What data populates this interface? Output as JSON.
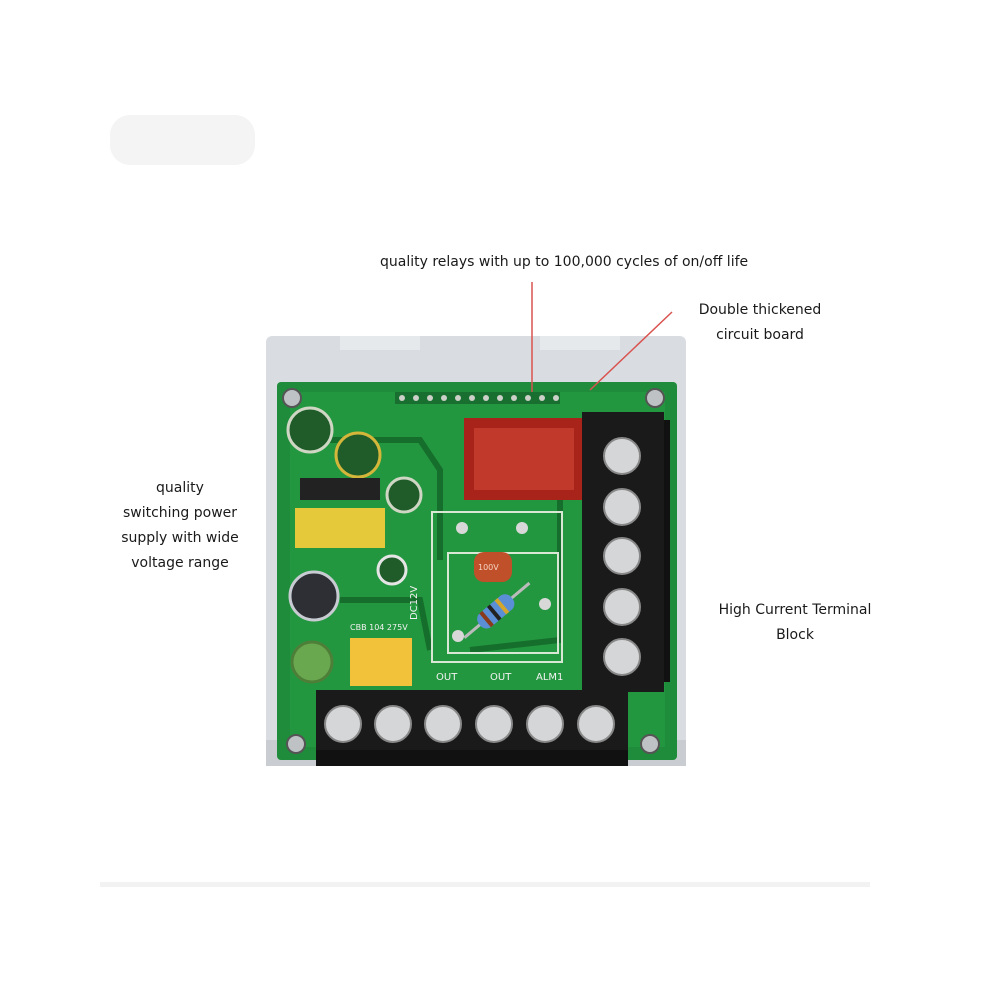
{
  "annotations": {
    "relay": "quality relays with up to 100,000 cycles of on/off life",
    "board": [
      "Double thickened",
      "circuit board"
    ],
    "power": [
      "quality",
      "switching power",
      "supply with wide",
      "voltage range"
    ],
    "terminal": [
      "High Current Terminal",
      "Block"
    ]
  },
  "board_markings": {
    "bottom_terminals": [
      "OUT",
      "OUT",
      "ALM1"
    ],
    "dc_label": "DC12V",
    "cap_label": "CBB 104 275V",
    "resistor_cap": "100V"
  },
  "colors": {
    "pcb": "#1e8c3a",
    "housing": "#d9dde2",
    "terminal": "#1a1a1a",
    "leader_line": "#d9534f",
    "relay": "#c0392b"
  }
}
